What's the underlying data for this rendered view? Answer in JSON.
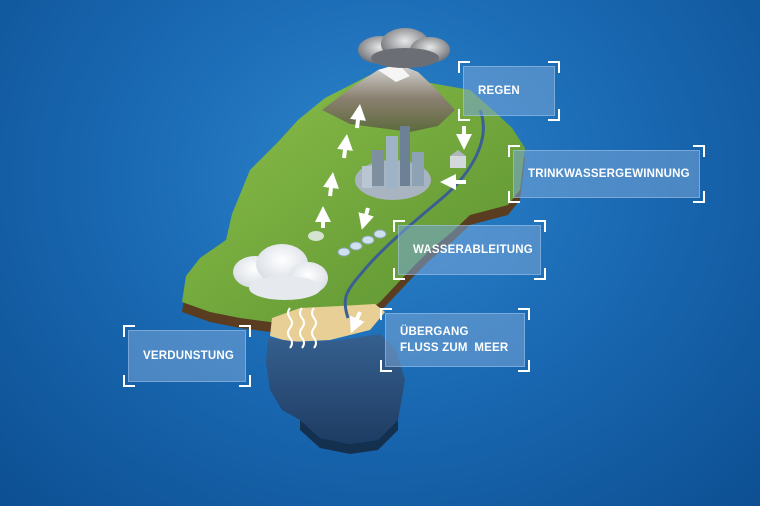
{
  "labels": {
    "regen": "REGEN",
    "trinkwasser": "TRINKWASSERGEWINNUNG",
    "wasserableitung": "WASSERABLEITUNG",
    "uebergang_line1": "ÜBERGANG",
    "uebergang_line2": "FLUSS ZUM  MEER",
    "verdunstung": "VERDUNSTUNG"
  },
  "colors": {
    "background": "#1a6ab4",
    "grass": "#6aa33a",
    "soil": "#6b4a2a",
    "sea": "#2c4e7a",
    "label_box": "#78a5d7"
  }
}
